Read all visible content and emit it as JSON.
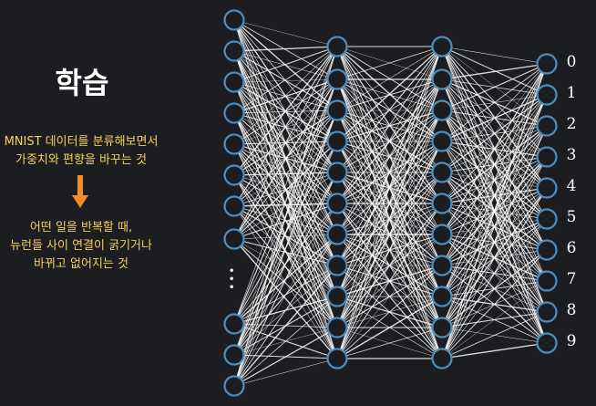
{
  "title": "학습",
  "description_1": [
    "MNIST 데이터를 분류해보면서",
    "가중치와 편향을 바꾸는 것"
  ],
  "description_2": [
    "어떤 일을 반복할 때,",
    "뉴런들 사이 연결이 굵기거나",
    "바뀌고 없어지는 것"
  ],
  "output_labels": [
    "0",
    "1",
    "2",
    "3",
    "4",
    "5",
    "6",
    "7",
    "8",
    "9"
  ],
  "ellipsis": "⋮",
  "colors": {
    "background": "#1c1d20",
    "neuron_stroke": "#4a8fc0",
    "connection": "#ffffff",
    "text_highlight": "#f2d35c",
    "arrow": "#f28c28"
  }
}
